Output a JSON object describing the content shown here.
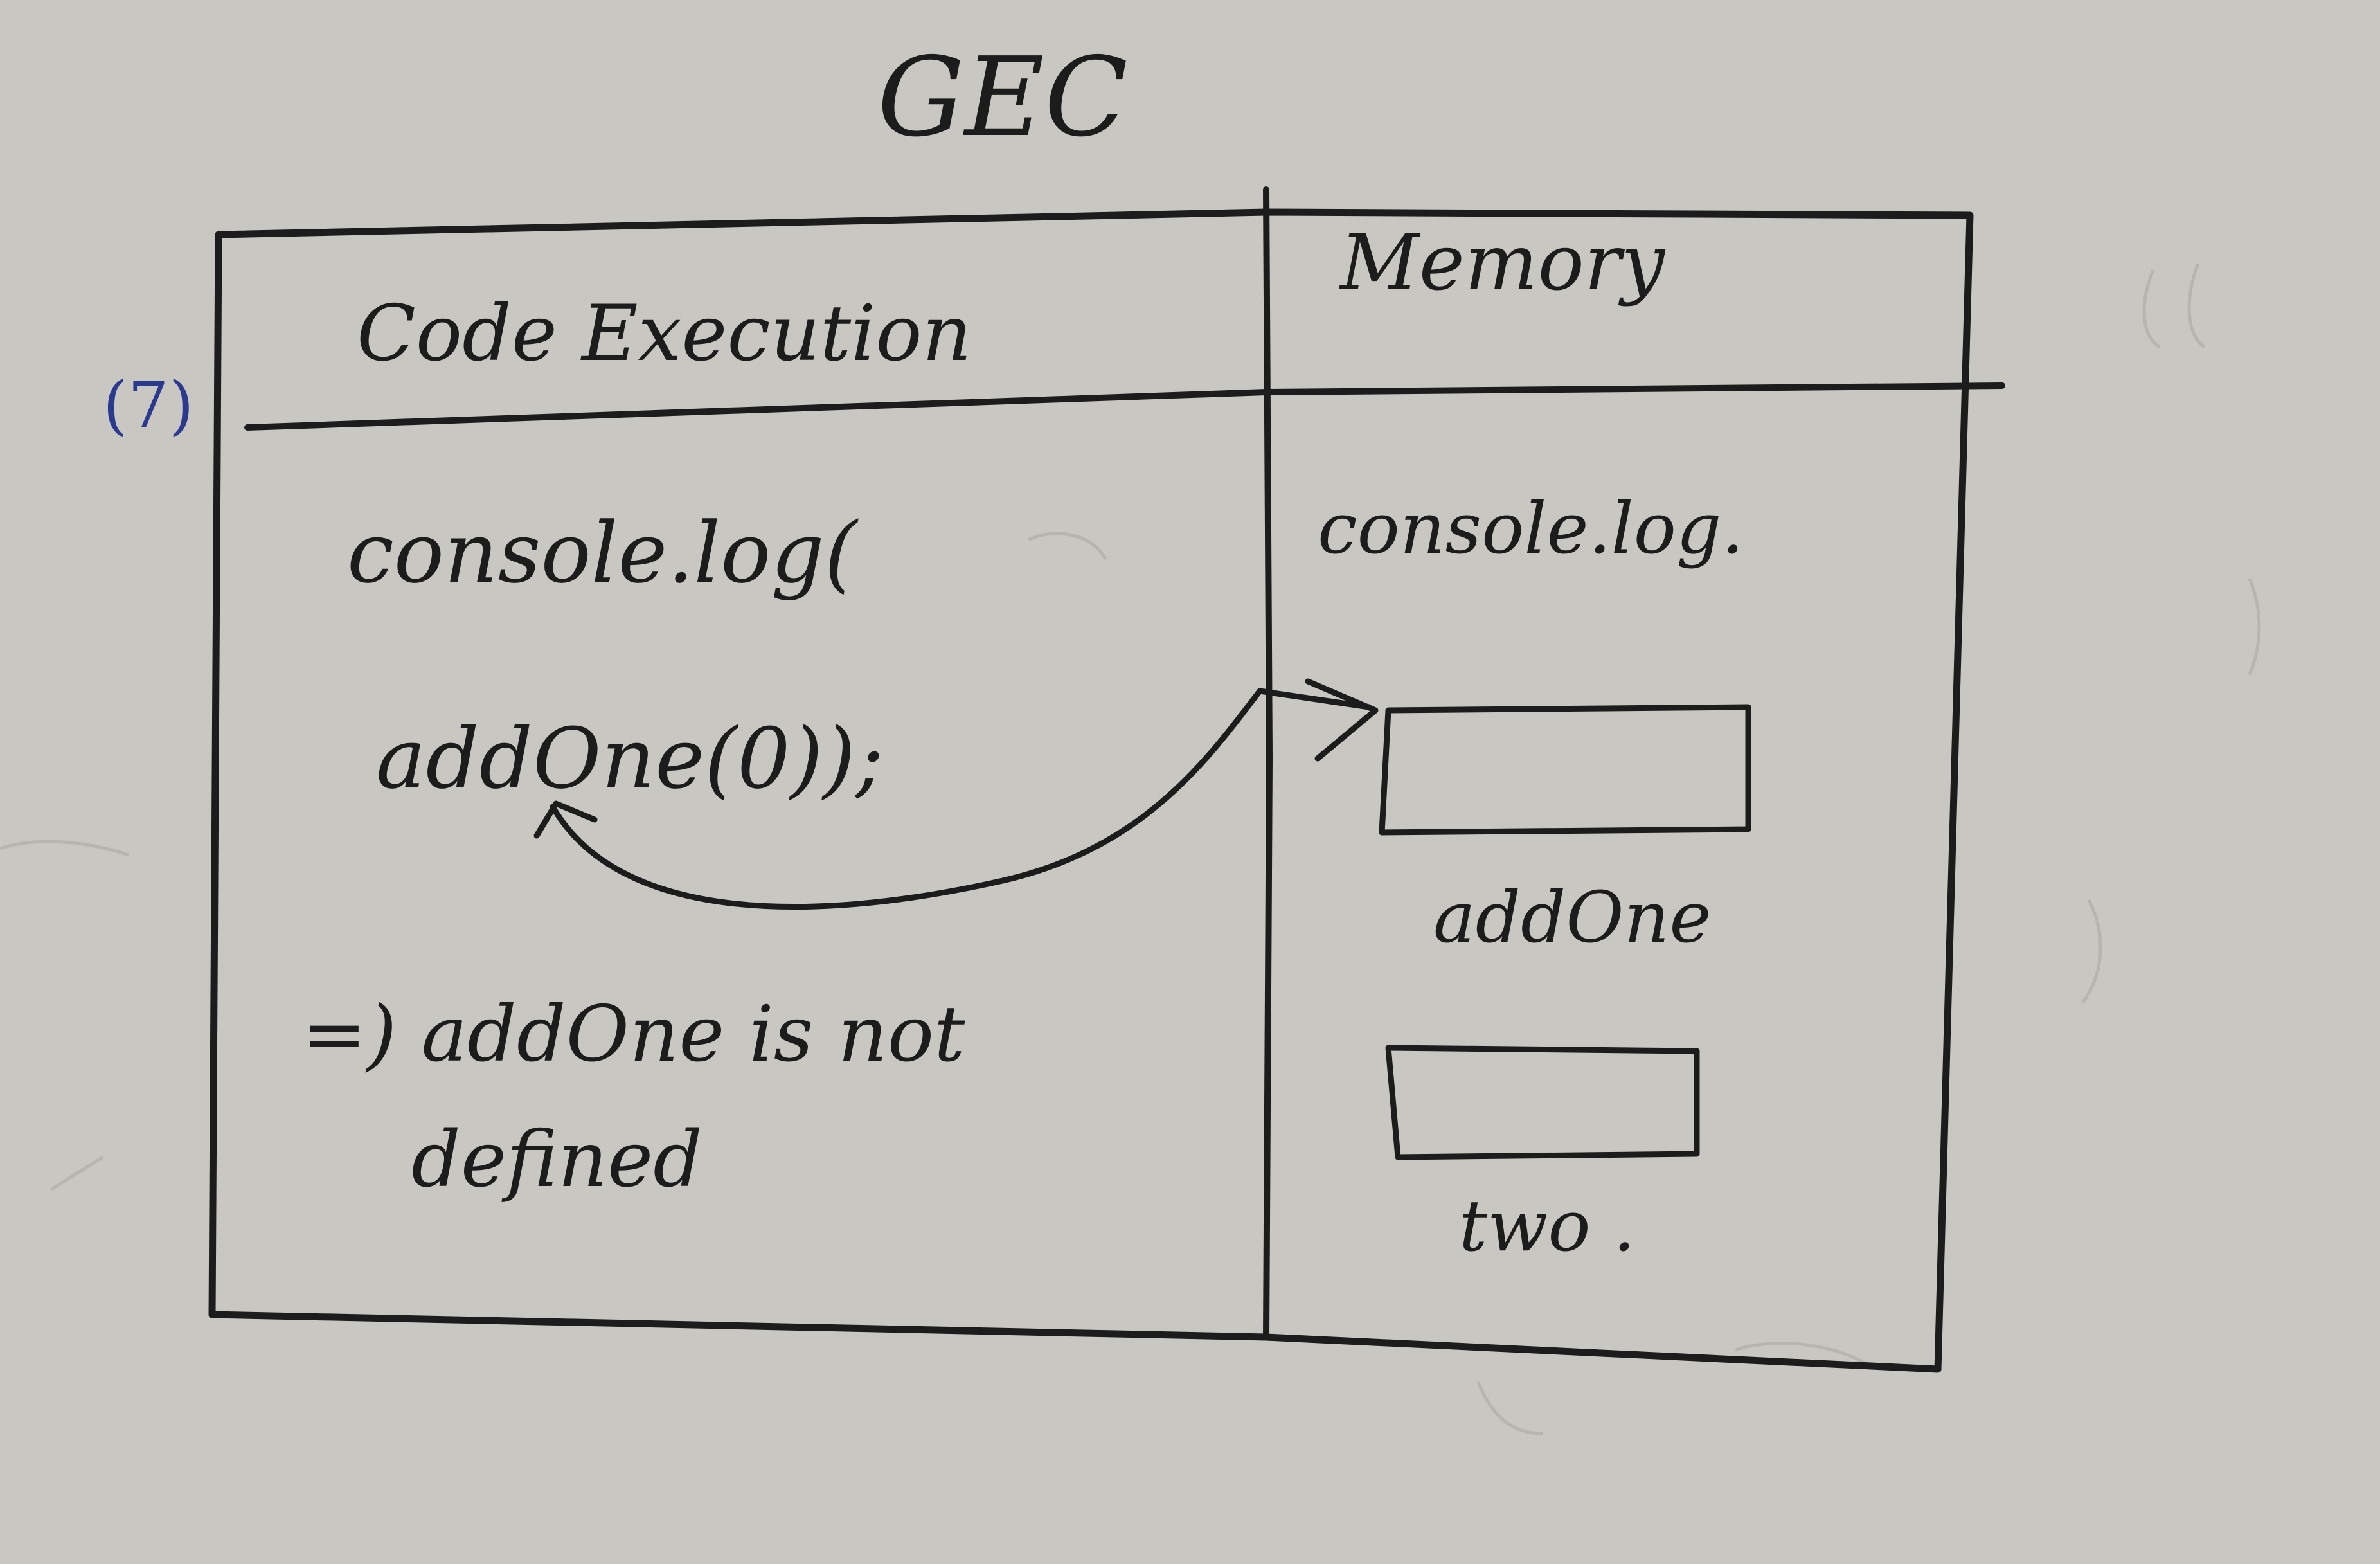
{
  "diagram": {
    "title": "GEC",
    "page_number": "(7)",
    "colors": {
      "paper": "#c9c7c2",
      "ink": "#1c1c1c",
      "blue_ink": "#2b3a8f",
      "faint": "#b5b3ae"
    },
    "code_execution": {
      "header": "Code Execution",
      "code_line_1": "console.log(",
      "code_line_2": "addOne(0));",
      "result_line_1": "=) addOne is not",
      "result_line_2": "defined"
    },
    "memory": {
      "header": "Memory",
      "entry_1": "console.log.",
      "entry_2_label": "addOne",
      "entry_3_label": "two ."
    }
  }
}
